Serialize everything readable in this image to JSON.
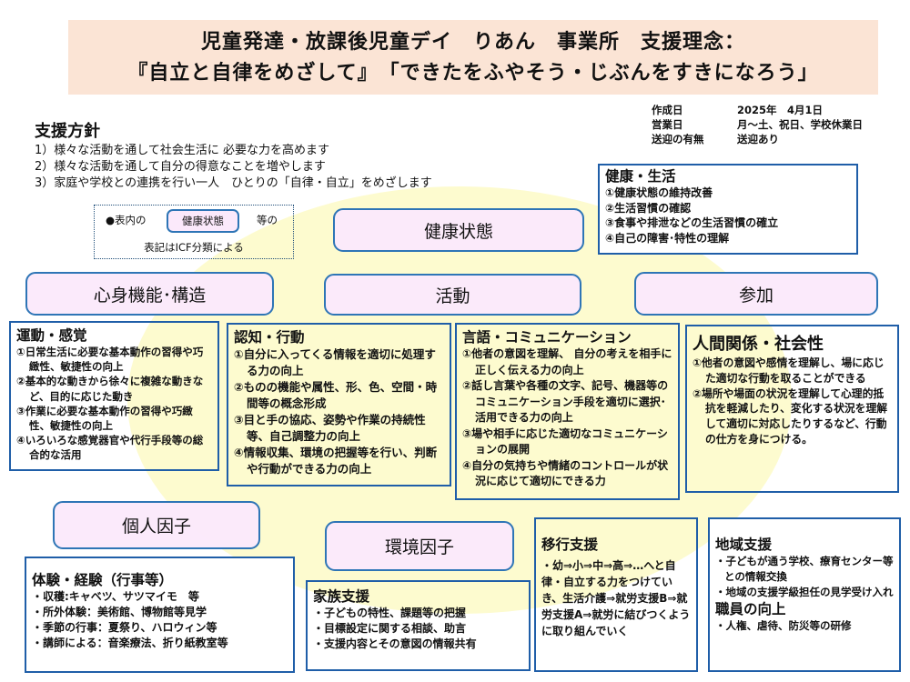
{
  "header": {
    "title_line1": "児童発達・放課後児童デイ　りあん　事業所　支援理念：",
    "title_line2": "『自立と自律をめざして』　「できたをふやそう・じぶんをすきになろう」"
  },
  "info": [
    {
      "key": "作成日",
      "value": "2025年　4月1日"
    },
    {
      "key": "営業日",
      "value": "月～土、祝日、学校休業日"
    },
    {
      "key": "送迎の有無",
      "value": "送迎あり"
    }
  ],
  "policy": {
    "heading": "支援方針",
    "items": [
      "1）様々な活動を通して社会生活に 必要な力を高めます",
      "2）様々な活動を通して自分の得意なことを増やします",
      "3）家庭や学校との連携を行い一人　ひとりの「自律・自立」をめざします"
    ]
  },
  "legend": {
    "prefix": "●表内の",
    "chip": "健康状態",
    "suffix": "等の",
    "note": "表記はICF分類による"
  },
  "categories": {
    "health": "健康状態",
    "body": "心身機能･構造",
    "activity": "活動",
    "participation": "参加",
    "personal": "個人因子",
    "environment": "環境因子"
  },
  "boxes": {
    "health_life": {
      "title": "健康・生活",
      "items": [
        "①健康状態の維持改善",
        "②生活習慣の確認",
        "③食事や排泄などの生活習慣の確立",
        "④自己の障害･特性の理解"
      ]
    },
    "motor": {
      "title": "運動・感覚",
      "items": [
        "①日常生活に必要な基本動作の習得や巧緻性、敏捷性の向上",
        "②基本的な動きから徐々に複雑な動きなど、目的に応じた動き",
        "③作業に必要な基本動作の習得や巧緻性、敏捷性の向上",
        "④いろいろな感覚器官や代行手段等の総合的な活用"
      ]
    },
    "cognition": {
      "title": "認知・行動",
      "items": [
        "①自分に入ってくる情報を適切に処理する力の向上",
        "②ものの機能や属性、形、色、空間・時間等の概念形成",
        "③目と手の協応、姿勢や作業の持続性等、自己調整力の向上",
        "④情報収集、環境の把握等を行い、判断や行動ができる力の向上"
      ]
    },
    "language": {
      "title": "言語・コミュニケーション",
      "items": [
        "①他者の意図を理解、 自分の考えを相手に正しく伝える力の向上",
        "②話し言葉や各種の文字、記号、機器等のコミュニケーション手段を適切に選択･活用できる力の向上",
        "③場や相手に応じた適切なコミュニケーションの展開",
        "④自分の気持ちや情緒のコントロールが状況に応じて適切にできる力"
      ]
    },
    "social": {
      "title": "人間関係・社会性",
      "items": [
        "①他者の意図や感情を理解し、場に応じた適切な行動を取ることができる",
        "②場所や場面の状況を理解して心理的抵抗を軽減したり、変化する状況を理解して適切に対応したりするなど、行動の仕方を身につける。"
      ]
    },
    "experience": {
      "title": "体験・経験（行事等）",
      "items": [
        "・収穫:キャベツ、サツマイモ　等",
        "・所外体験：美術館、博物館等見学",
        "・季節の行事：夏祭り、ハロウィン等",
        "・講師による：音楽療法、折り紙教室等"
      ]
    },
    "family": {
      "title": "家族支援",
      "items": [
        "・子どもの特性、課題等の把握",
        "・目標設定に関する相談、助言",
        "・支援内容とその意図の情報共有"
      ]
    },
    "transition": {
      "title": "移行支援",
      "body": "・幼⇒小⇒中⇒高⇒…へと自律・自立する力をつけていき、生活介護⇒就労支援B⇒就労支援A⇒就労に結びつくように取り組んでいく"
    },
    "community": {
      "title": "地域支援",
      "items": [
        "・子どもが通う学校、療育センター等との情報交換",
        "・地域の支援学級担任の見学受け入れ"
      ],
      "title2": "職員の向上",
      "items2": [
        "・人権、虐待、防災等の研修"
      ]
    }
  },
  "colors": {
    "banner": "#fbe4d5",
    "ellipse": "#fdfbcf",
    "category_fill": "#fbe9fb",
    "category_border": "#2e75b6",
    "box_border": "#1f5ea8"
  }
}
